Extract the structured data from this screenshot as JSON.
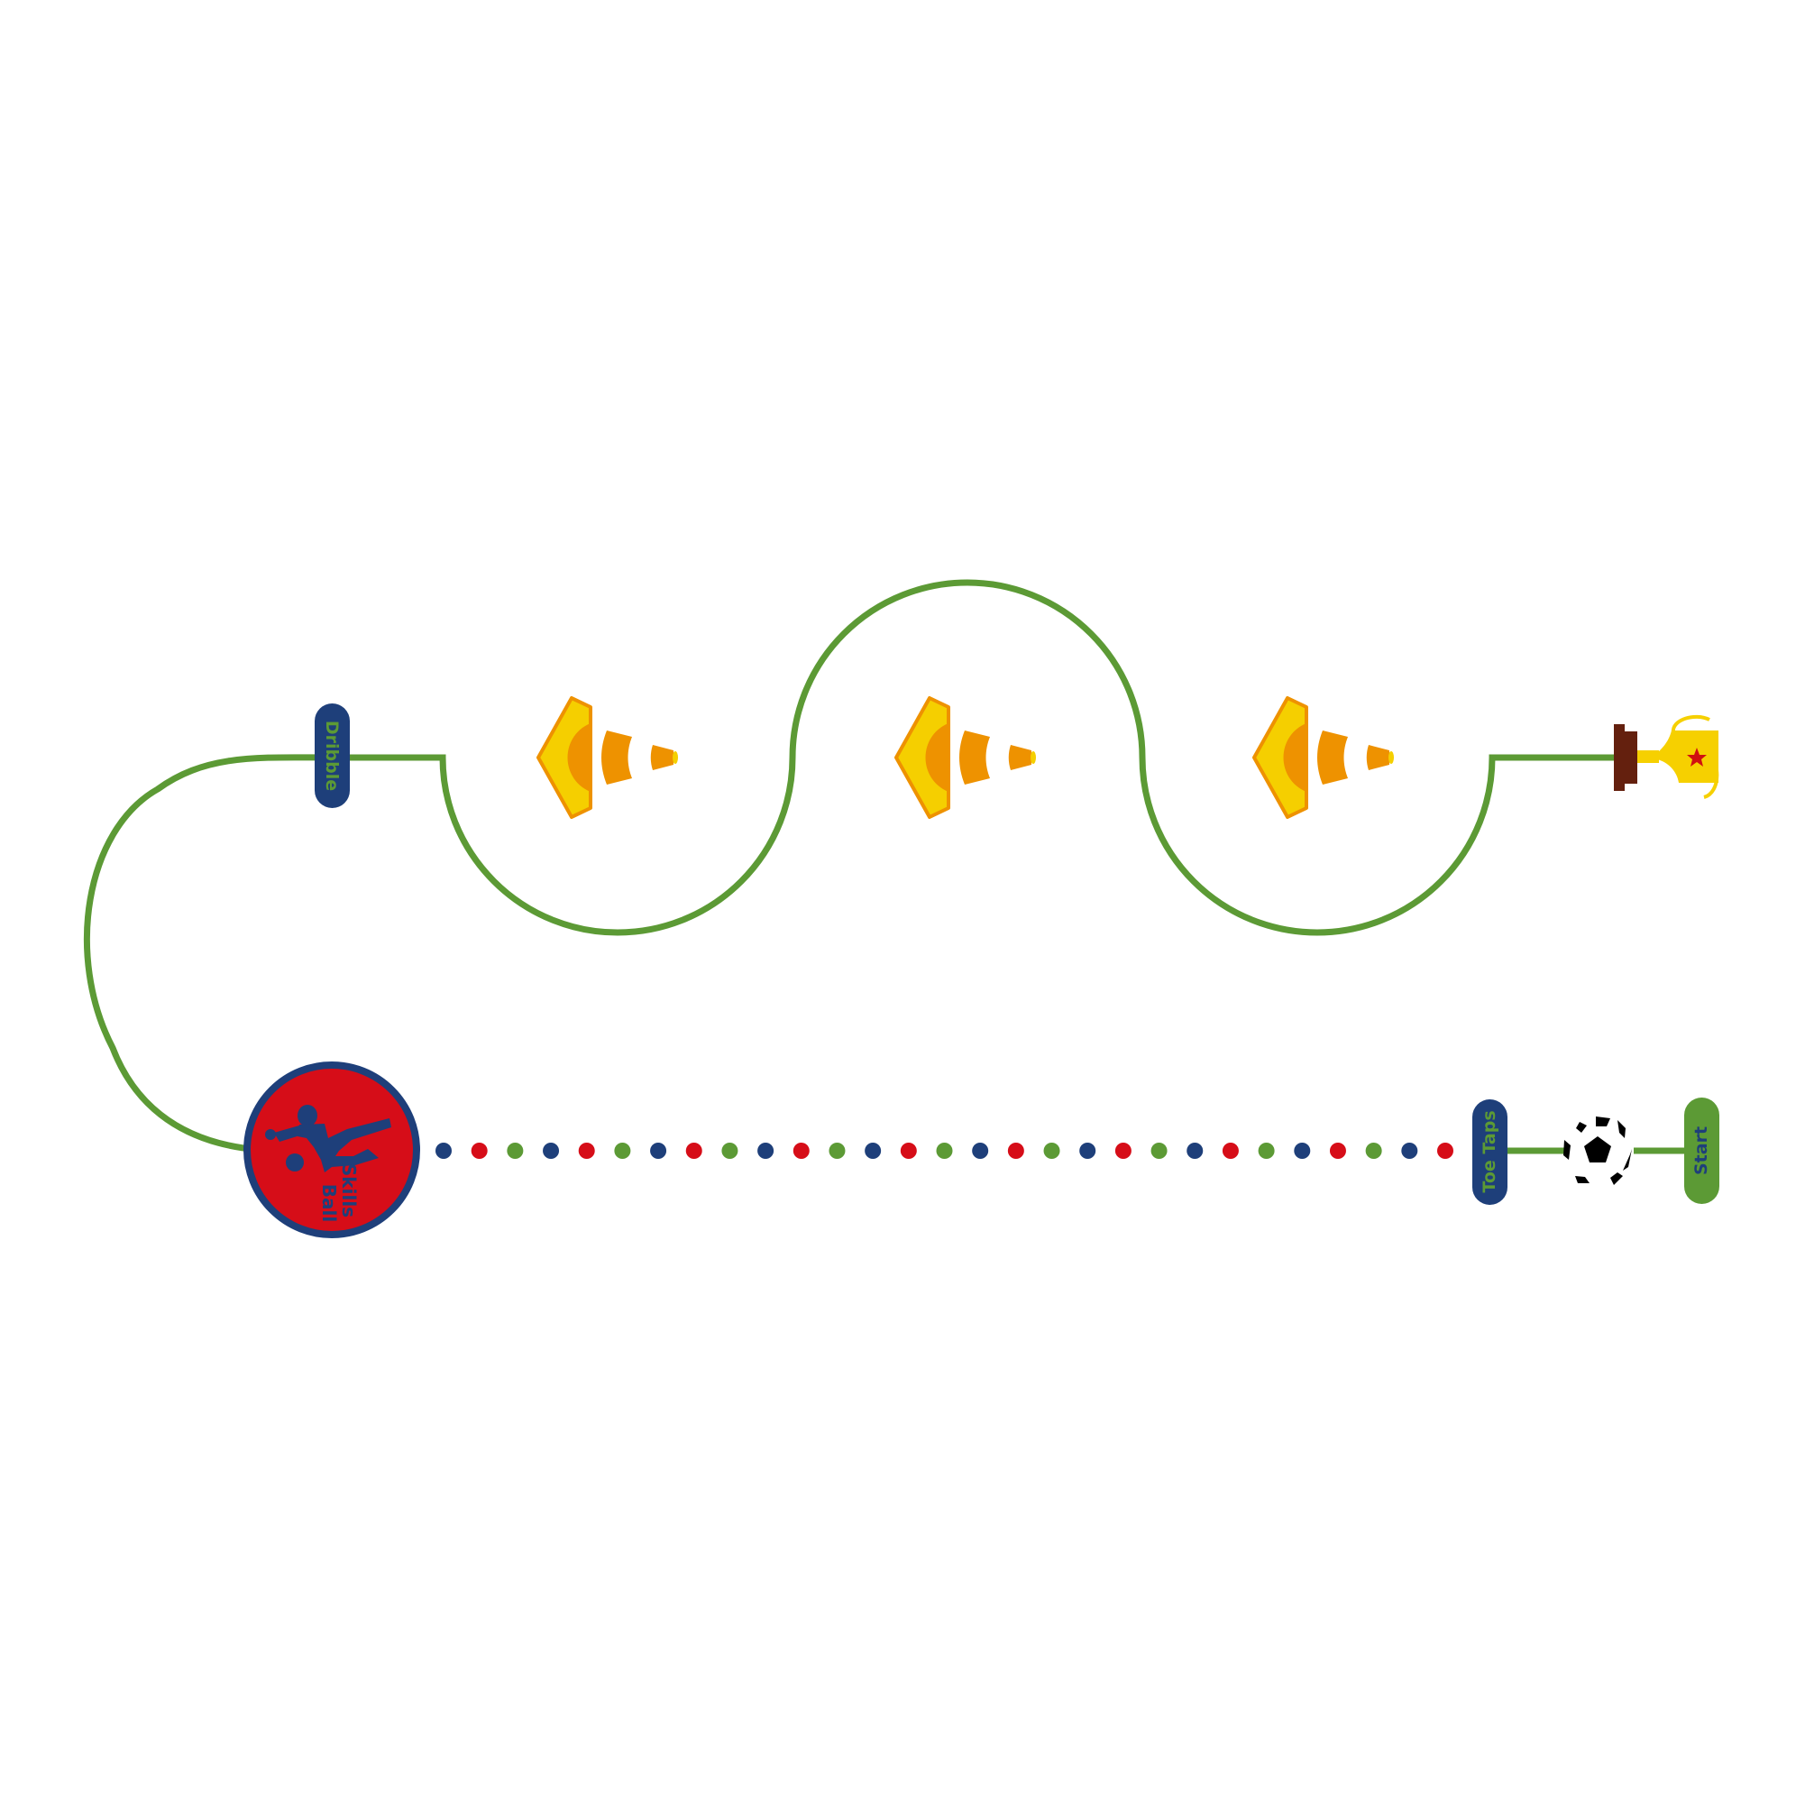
{
  "labels": {
    "start": "Start",
    "toe_taps": "Toe Taps",
    "ball_skills_line1": "Ball",
    "ball_skills_line2": "Skills",
    "dribble": "Dribble"
  },
  "colors": {
    "path_green": "#5c9a35",
    "navy": "#1e3f7a",
    "red": "#d60d18",
    "cone_yellow": "#f5cf00",
    "cone_orange": "#ee9200",
    "trophy_gold": "#f6d000",
    "trophy_base": "#64200e",
    "star_red": "#d01010",
    "ball_black": "#000000"
  },
  "dot_colors": [
    "navy",
    "red",
    "path_green"
  ],
  "dot_count": 29,
  "cone_count": 3,
  "icons": [
    "soccer-ball-icon",
    "trophy-icon",
    "traffic-cone-icon",
    "footballer-silhouette-icon"
  ]
}
